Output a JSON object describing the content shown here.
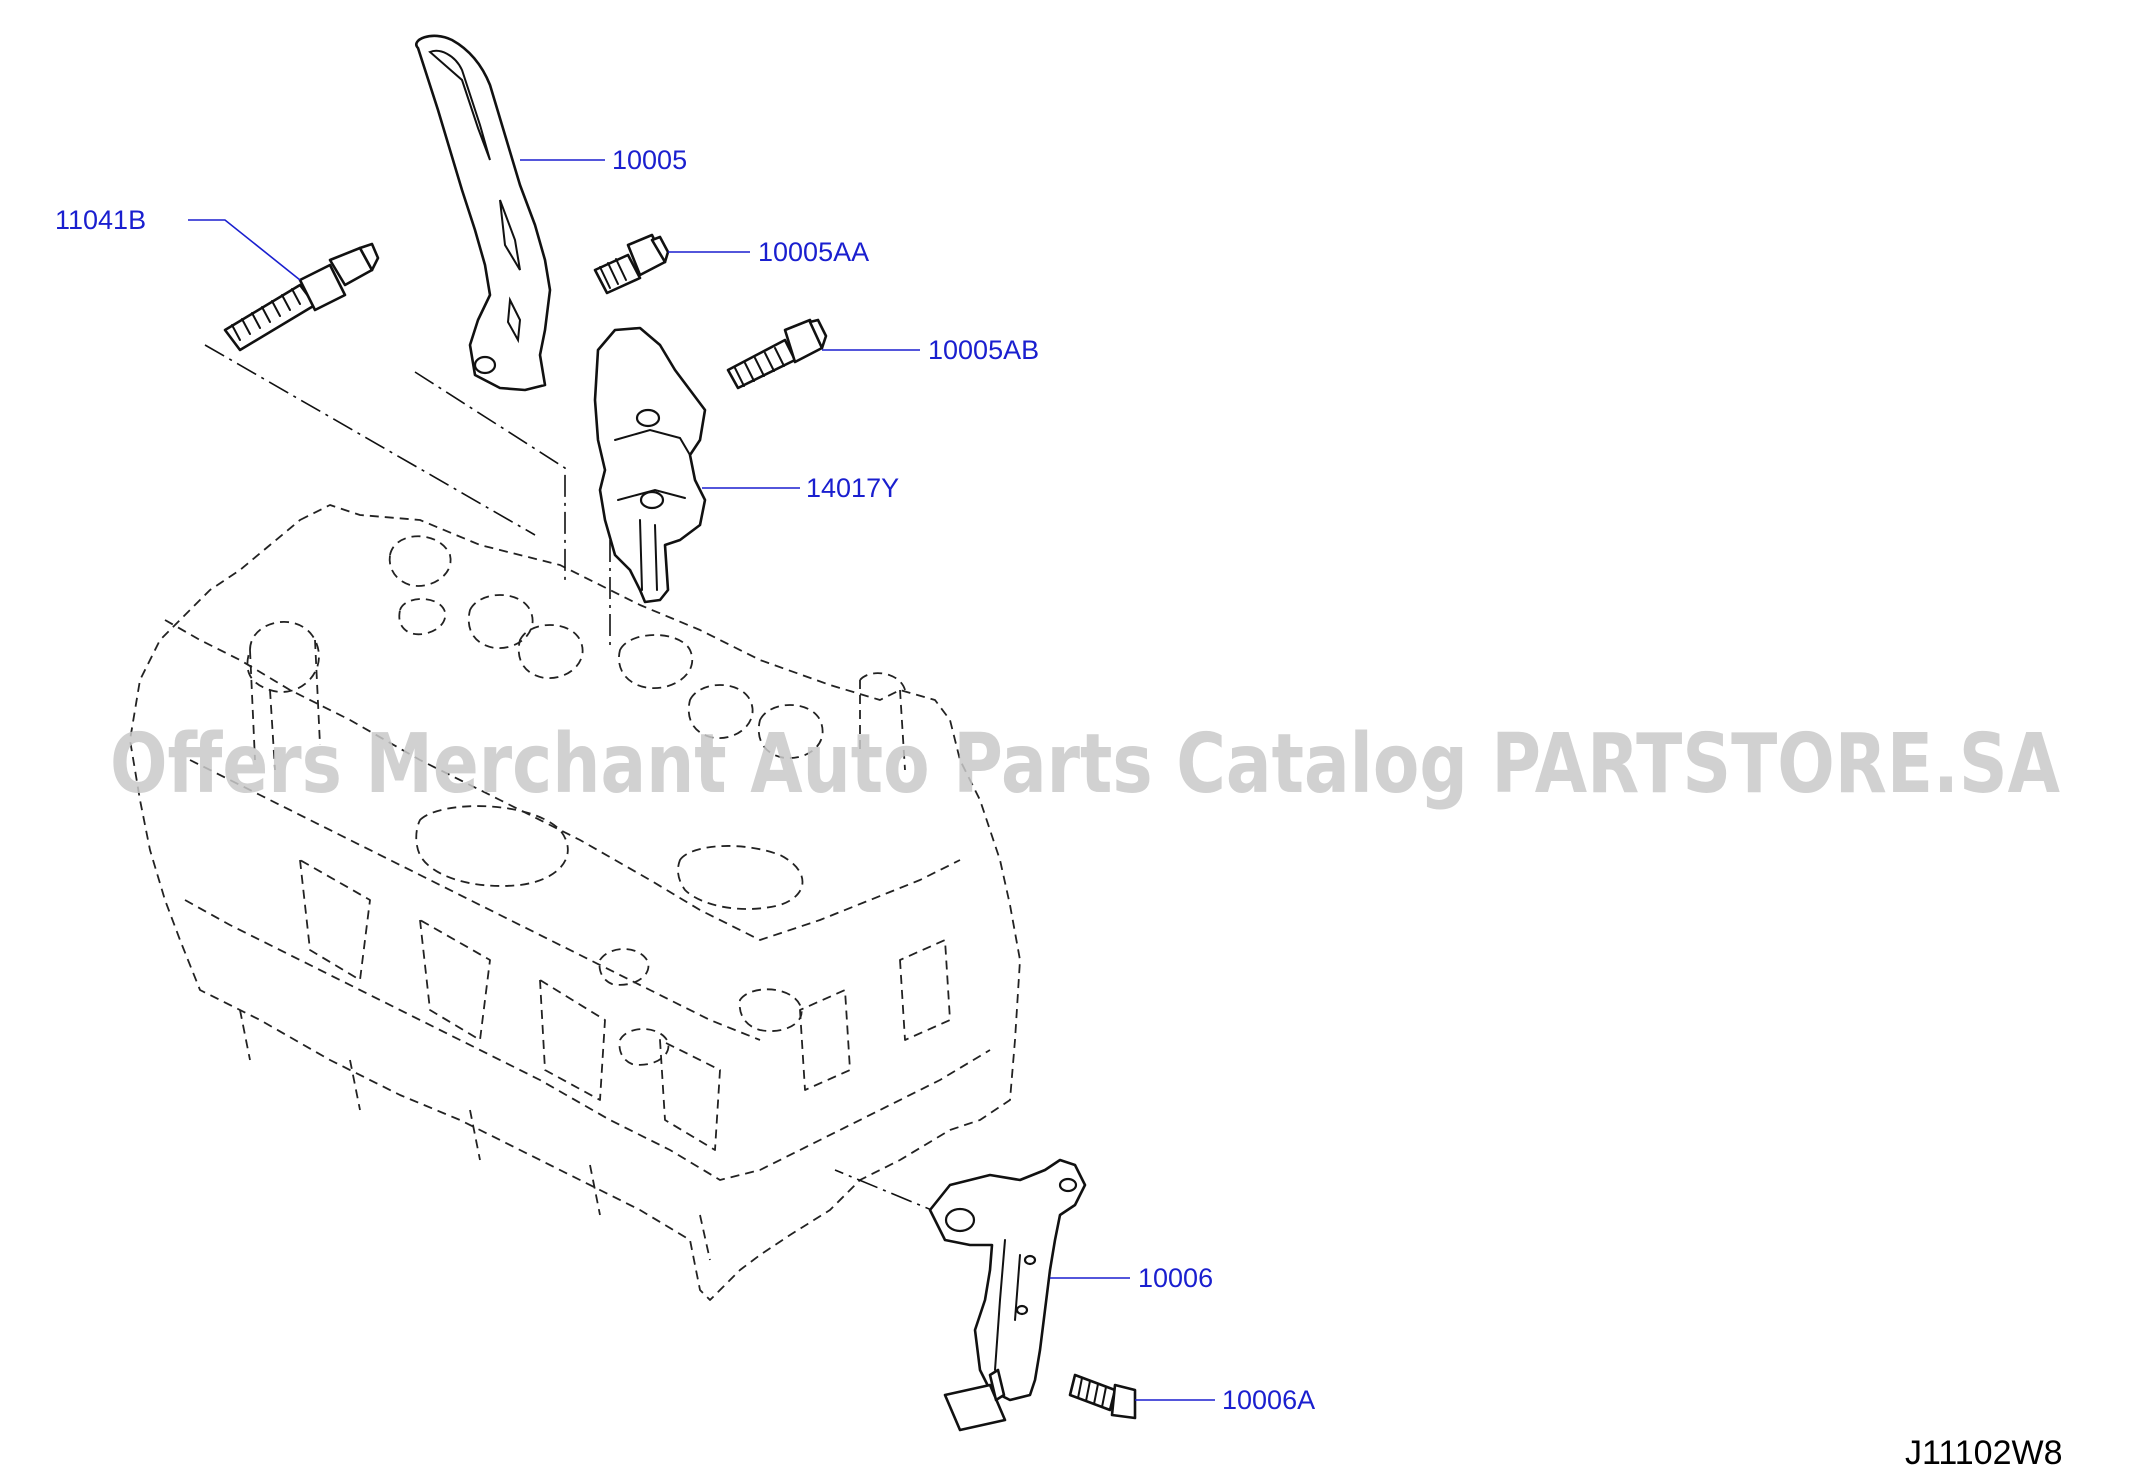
{
  "diagram": {
    "code": "J11102W8",
    "watermark": "Offers Merchant Auto Parts Catalog PARTSTORE.SA",
    "callouts": {
      "c10005": "10005",
      "c11041B": "11041B",
      "c10005AA": "10005AA",
      "c10005AB": "10005AB",
      "c14017Y": "14017Y",
      "c10006": "10006",
      "c10006A": "10006A"
    },
    "colors": {
      "callout": "#1a1fcf",
      "watermark": "#c9c9c9",
      "line": "#111111"
    }
  }
}
